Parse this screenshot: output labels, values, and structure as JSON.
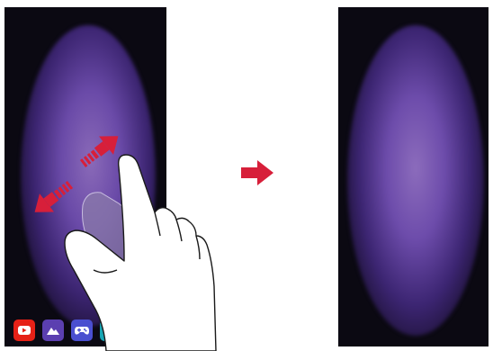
{
  "figure": {
    "before_screen": "home-screen",
    "after_screen": "zoomed-wallpaper",
    "gesture": "pinch-spread",
    "transition": "arrow-right"
  },
  "dock": {
    "apps": [
      {
        "icon": "youtube-icon",
        "color": "#e62117"
      },
      {
        "icon": "gallery-icon",
        "color": "#5b3fb0"
      },
      {
        "icon": "game-launcher-icon",
        "color": "#4a4fd0"
      },
      {
        "icon": "split-window-icon",
        "color": "#18a7b5"
      },
      {
        "icon": "app-icon",
        "color": "#f2f2f2"
      }
    ]
  },
  "colors": {
    "arrow_red": "#d71f3a",
    "screen_bg": "#0b0912",
    "glow_purple": "#6a4aa8"
  }
}
